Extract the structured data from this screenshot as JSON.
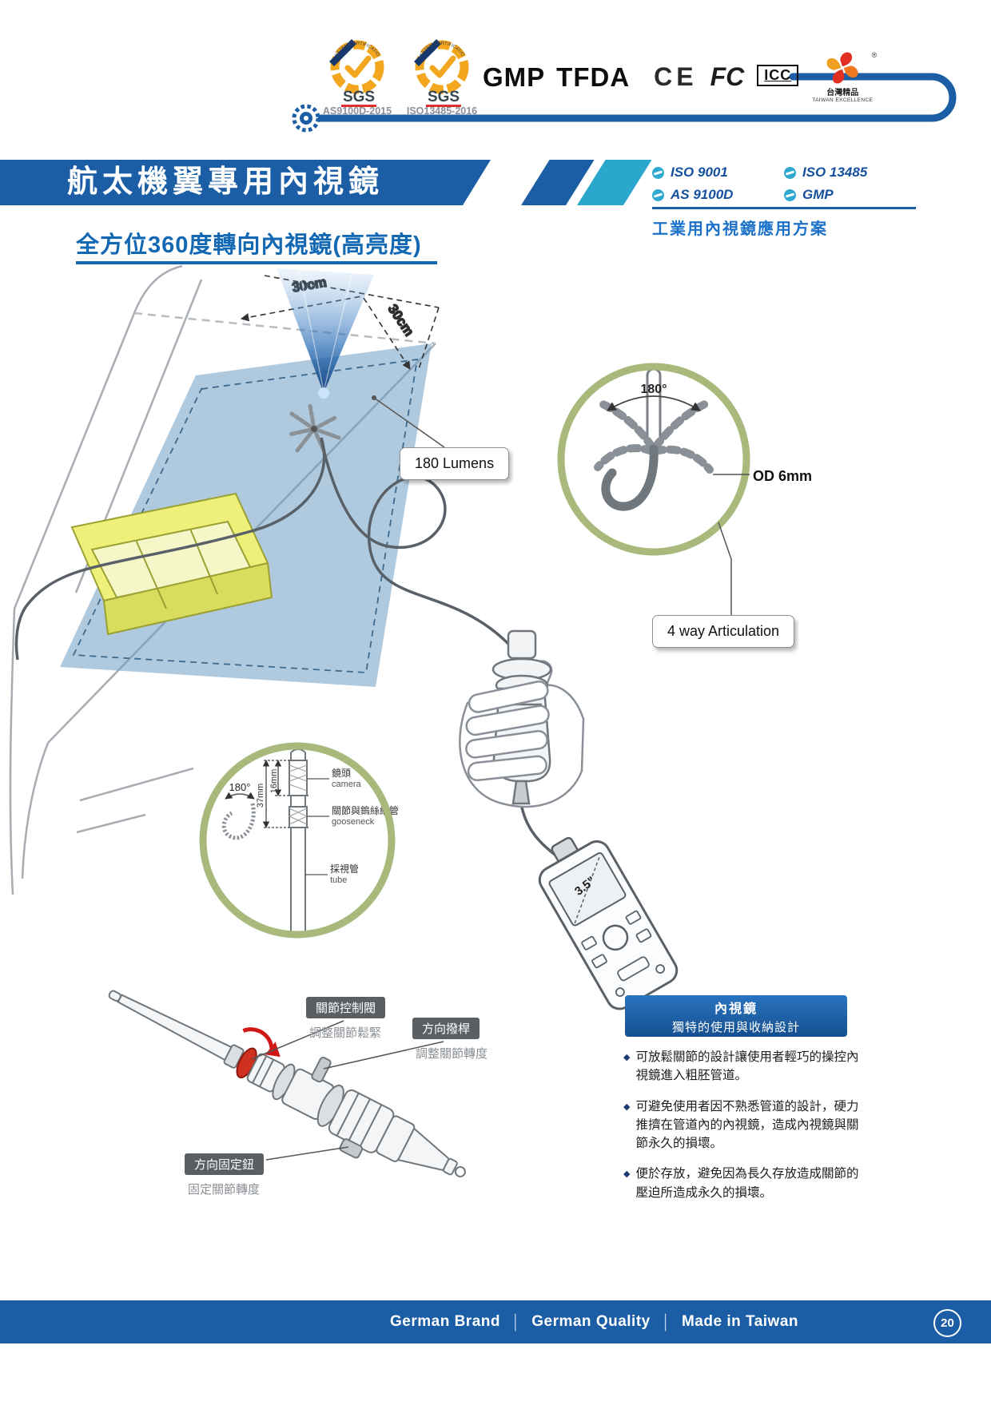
{
  "header": {
    "badge_arc": "SYSTEM CERTIFICATION",
    "sgs": "SGS",
    "cert1": "AS9100D-2015",
    "cert2": "ISO13485-2016",
    "logos": [
      "GMP",
      "TFDA"
    ],
    "ce": "CE",
    "fcc": "FC",
    "icc": "ICC",
    "taiwan": {
      "line1": "台灣精品",
      "line2": "TAIWAN EXCELLENCE",
      "reg": "®"
    }
  },
  "banner": {
    "title": "航太機翼專用內視鏡"
  },
  "certs": {
    "items": [
      "ISO 9001",
      "ISO 13485",
      "AS 9100D",
      "GMP"
    ],
    "subtitle": "工業用內視鏡應用方案"
  },
  "section": {
    "title": "全方位360度轉向內視鏡(高亮度)"
  },
  "diagram": {
    "dim1": "30cm",
    "dim2": "30cm",
    "lumens": "180 Lumens",
    "articulation_angle": "180°",
    "od": "OD 6mm",
    "articulation": "4 way Articulation",
    "screen_size": "3.5\"",
    "probe": {
      "angle": "180°",
      "dim_long": "37mm",
      "dim_short": "16mm",
      "camera_zh": "鏡頭",
      "camera_en": "camera",
      "gooseneck_zh": "關節與鎢絲網管",
      "gooseneck_en": "gooseneck",
      "tube_zh": "採視管",
      "tube_en": "tube"
    }
  },
  "labels": {
    "valve": {
      "title": "關節控制閥",
      "desc": "調整關節鬆緊"
    },
    "lever": {
      "title": "方向撥桿",
      "desc": "調整關節轉度"
    },
    "knob": {
      "title": "方向固定鈕",
      "desc": "固定關節轉度"
    }
  },
  "feature_box": {
    "title1": "內視鏡",
    "title2": "獨特的使用與收納設計",
    "bullets": [
      "可放鬆關節的設計讓使用者輕巧的操控內視鏡進入粗胚管道。",
      "可避免使用者因不熟悉管道的設計，硬力推擠在管道內的內視鏡，造成內視鏡與關節永久的損壞。",
      "便於存放，避免因為長久存放造成關節的壓迫所造成永久的損壞。"
    ]
  },
  "footer": {
    "items": [
      "German Brand",
      "German Quality",
      "Made in Taiwan"
    ],
    "sep": "│",
    "page": "20"
  }
}
